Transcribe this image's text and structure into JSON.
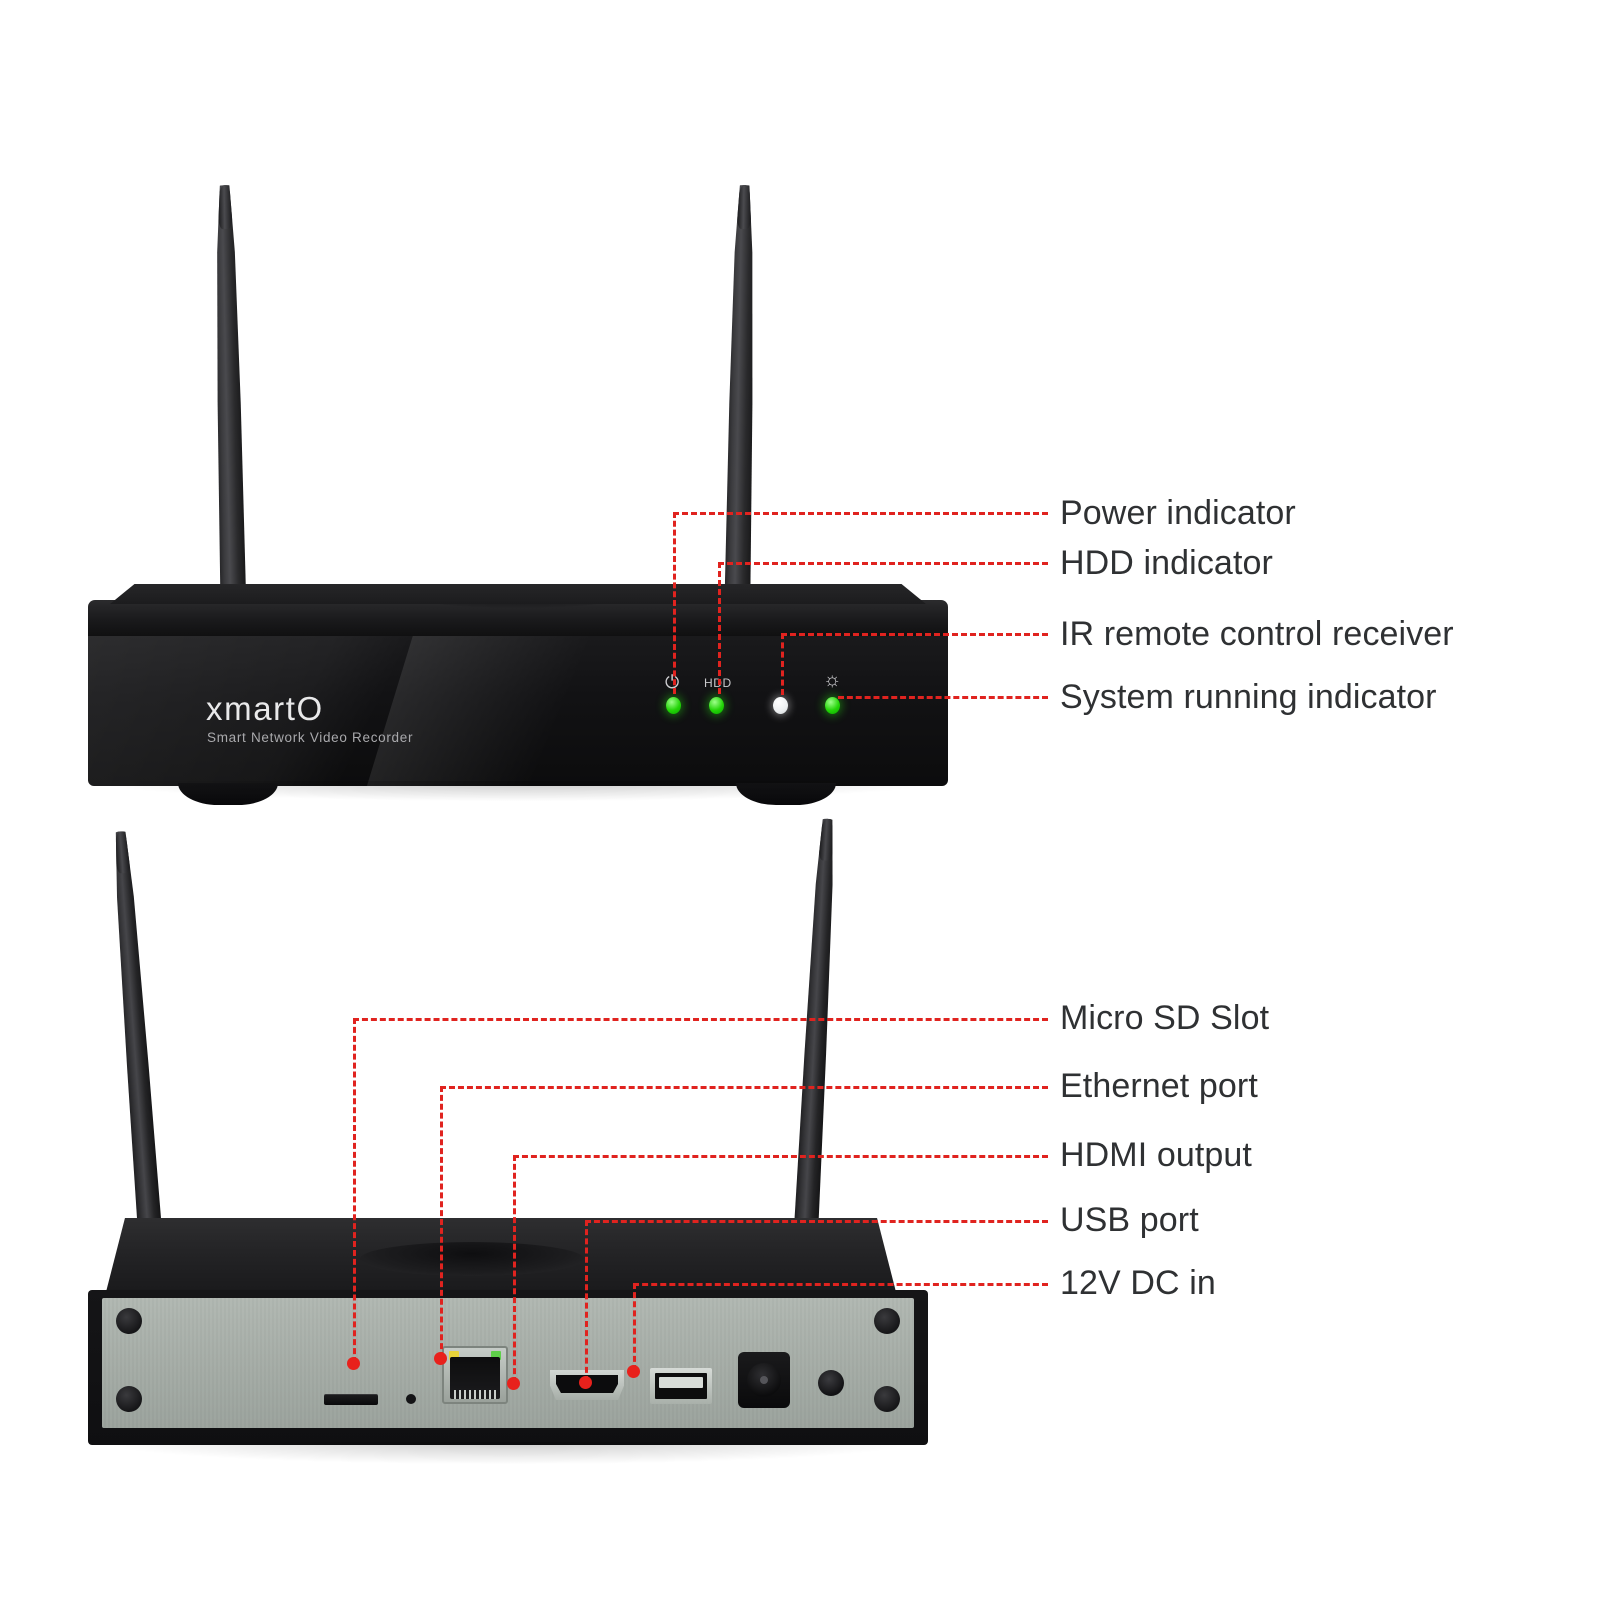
{
  "product": {
    "brand": "xmartO",
    "tagline": "Smart Network Video Recorder"
  },
  "front_view": {
    "name": "front-panel",
    "indicator_marks": [
      {
        "id": "power",
        "icon": "power-symbol",
        "glyph": "⏻",
        "text": "",
        "led_color": "#22d407",
        "led_state": "green"
      },
      {
        "id": "hdd",
        "icon": "hdd-text-label",
        "glyph": "",
        "text": "HDD",
        "led_color": "#22d407",
        "led_state": "green"
      },
      {
        "id": "ir",
        "icon": "ir-receiver",
        "glyph": "",
        "text": "",
        "led_color": "#ffffff",
        "led_state": "white"
      },
      {
        "id": "system",
        "icon": "sun-brightness-symbol",
        "glyph": "☀",
        "text": "",
        "led_color": "#22d407",
        "led_state": "green"
      }
    ],
    "callouts": [
      {
        "id": "power-indicator",
        "label": "Power indicator"
      },
      {
        "id": "hdd-indicator",
        "label": "HDD indicator"
      },
      {
        "id": "ir-remote-control-receiver",
        "label": "IR remote control receiver"
      },
      {
        "id": "system-running-indicator",
        "label": "System running indicator"
      }
    ]
  },
  "rear_view": {
    "name": "rear-panel",
    "ports": [
      {
        "id": "micro-sd-slot",
        "icon": "sd-card-slot"
      },
      {
        "id": "reset-pinhole",
        "icon": "pinhole"
      },
      {
        "id": "ethernet-port",
        "icon": "rj45-jack"
      },
      {
        "id": "hdmi-output",
        "icon": "hdmi-jack"
      },
      {
        "id": "usb-port",
        "icon": "usb-a-jack"
      },
      {
        "id": "dc-input",
        "icon": "dc-barrel-jack"
      },
      {
        "id": "audio-hole",
        "icon": "round-hole"
      }
    ],
    "callouts": [
      {
        "id": "micro-sd-slot",
        "label": "Micro SD Slot"
      },
      {
        "id": "ethernet-port",
        "label": "Ethernet port"
      },
      {
        "id": "hdmi-output",
        "label": "HDMI output"
      },
      {
        "id": "usb-port",
        "label": "USB port"
      },
      {
        "id": "dc-input",
        "label": "12V DC in"
      }
    ]
  },
  "style": {
    "leader_line_color": "#e0231f",
    "label_color": "#2f3133",
    "background": "#ffffff",
    "led_green": "#22d407",
    "led_white": "#ffffff",
    "rear_plate_color": "#a6ada7",
    "chassis_color": "#121214"
  }
}
